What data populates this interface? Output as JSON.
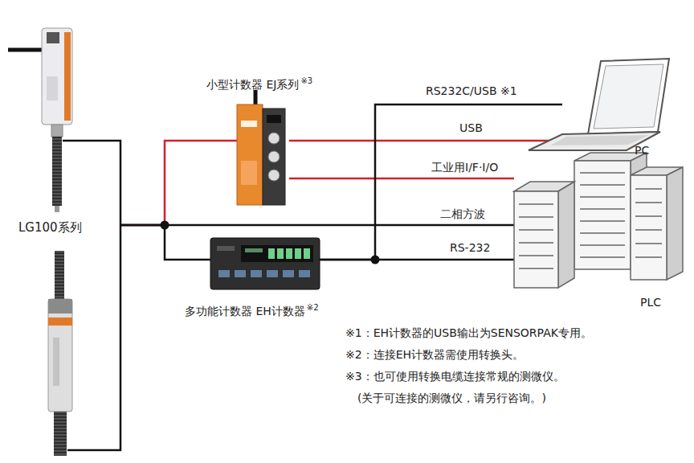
{
  "diagram": {
    "nodes": [
      {
        "text": [
          "LG100系列"
        ]
      },
      {
        "text": [
          "小型计数器 EJ系列",
          "※3"
        ]
      },
      {
        "text": [
          "多功能计数器 EH计数器",
          "※2"
        ]
      },
      {
        "text": [
          "PC"
        ]
      },
      {
        "text": [
          "PLC"
        ]
      }
    ],
    "edges": [
      {
        "from": 0,
        "to": 1,
        "arrow": "none"
      },
      {
        "from": 0,
        "to": 2,
        "arrow": "none"
      },
      {
        "from": 0,
        "to": 4,
        "label": "二相方波",
        "arrow": "none"
      },
      {
        "from": 1,
        "to": 3,
        "label": "USB",
        "arrow": "none"
      },
      {
        "from": 1,
        "to": 4,
        "label": "工业用I/F·I/O",
        "arrow": "none"
      },
      {
        "from": 2,
        "to": 3,
        "label": "RS232C/USB ※1",
        "arrow": "none"
      },
      {
        "from": 2,
        "to": 4,
        "label": "RS-232",
        "arrow": "none"
      }
    ],
    "labels": [
      "※1：EH计数器的USB输出为SENSORPAK专用。",
      "※2：连接EH计数器需使用转换头。",
      "※3：也可使用转换电缆连接常规的测微仪。",
      "(关于可连接的测微仪，请另行咨询。)"
    ]
  }
}
